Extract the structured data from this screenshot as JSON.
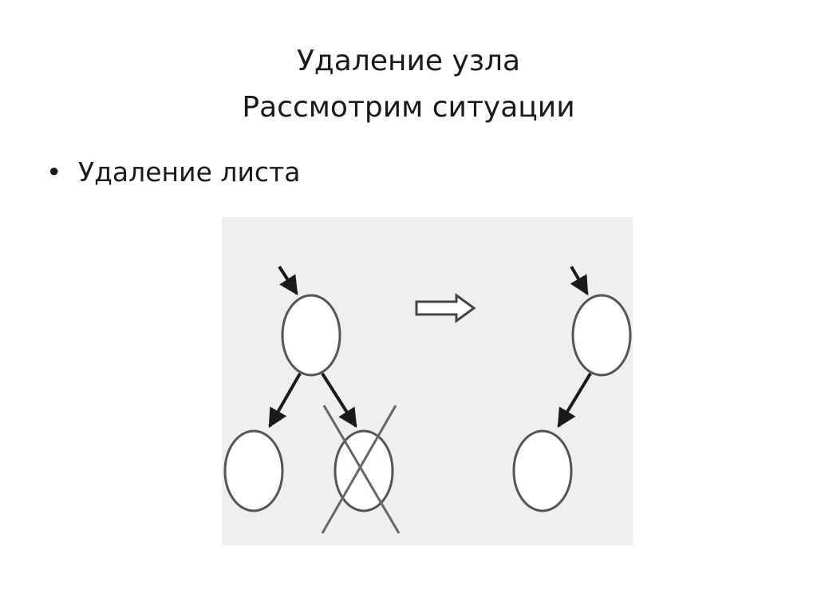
{
  "title": {
    "line1": "Удаление узла",
    "line2": "Рассмотрим ситуации"
  },
  "bullets": [
    {
      "text": "Удаление листа"
    }
  ],
  "diagram": {
    "before": {
      "nodes": [
        "root",
        "left-leaf",
        "right-leaf"
      ],
      "deleted": "right-leaf"
    },
    "transition": "arrow-right-icon",
    "after": {
      "nodes": [
        "root",
        "left-leaf"
      ]
    }
  }
}
